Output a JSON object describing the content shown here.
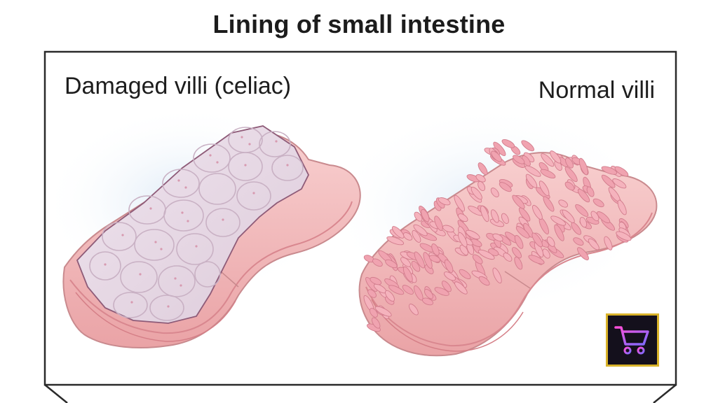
{
  "title": "Lining of small intestine",
  "labels": {
    "damaged": "Damaged villi (celiac)",
    "normal": "Normal villi"
  },
  "icons": {
    "cart": "shopping-cart-icon"
  },
  "colors": {
    "tissue": "#f1b6b6",
    "tissue_dark": "#e49a9a",
    "villi": "#f4aeb8",
    "damaged_surface": "#e9dce6",
    "badge_border": "#d9b32a",
    "badge_bg": "#14101c"
  }
}
